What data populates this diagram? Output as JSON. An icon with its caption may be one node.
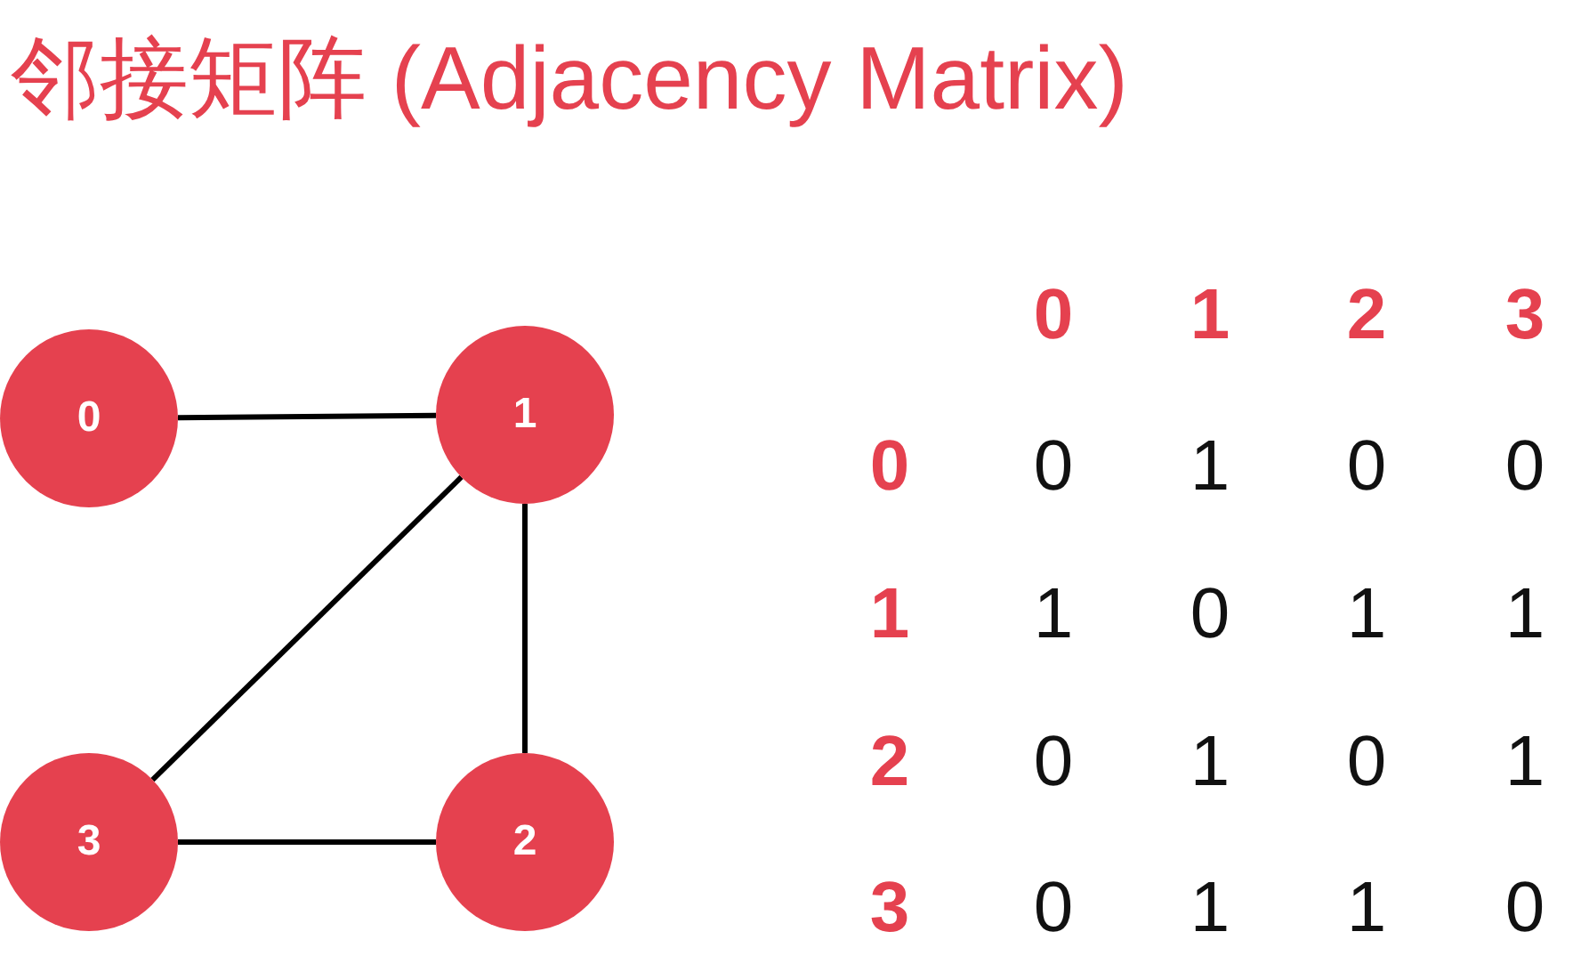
{
  "diagram": {
    "title": "邻接矩阵 (Adjacency Matrix)",
    "nodes": [
      {
        "text": [
          "0"
        ]
      },
      {
        "text": [
          "1"
        ]
      },
      {
        "text": [
          "3"
        ]
      },
      {
        "text": [
          "2"
        ]
      }
    ],
    "edges": [
      {
        "from": 0,
        "to": 1,
        "arrow": "none"
      },
      {
        "from": 1,
        "to": 3,
        "arrow": "none"
      },
      {
        "from": 1,
        "to": 2,
        "arrow": "none"
      },
      {
        "from": 2,
        "to": 3,
        "arrow": "none"
      }
    ],
    "labels": [
      "0",
      "1",
      "2",
      "3",
      "0",
      "0",
      "1",
      "0",
      "0",
      "1",
      "1",
      "0",
      "1",
      "1",
      "2",
      "0",
      "1",
      "0",
      "1",
      "3",
      "0",
      "1",
      "1",
      "0"
    ]
  }
}
